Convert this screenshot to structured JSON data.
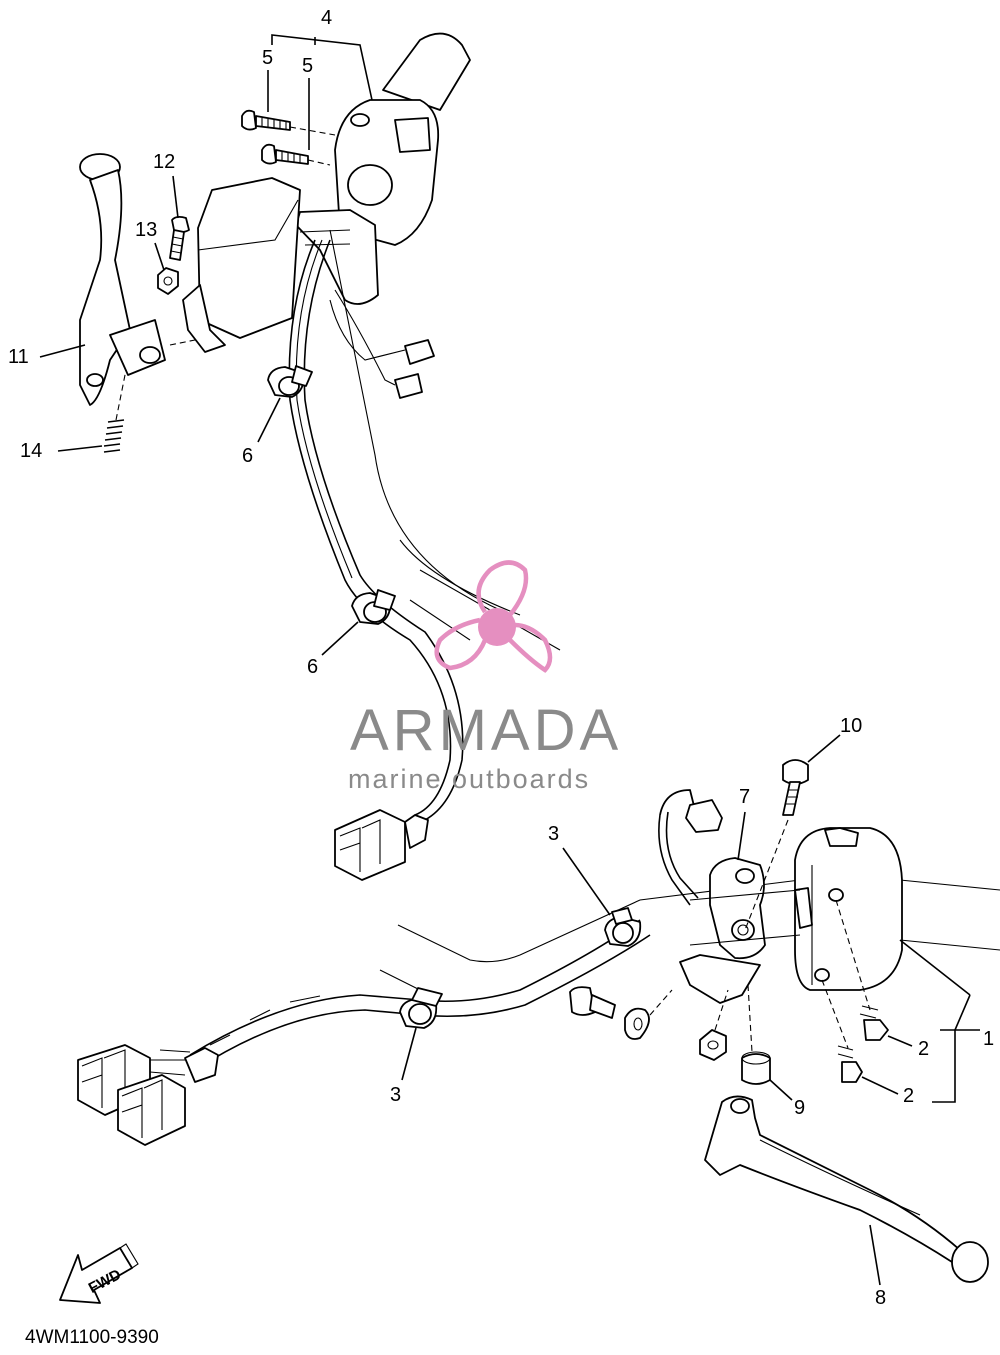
{
  "callouts": {
    "c1": "1",
    "c2a": "2",
    "c2b": "2",
    "c3a": "3",
    "c3b": "3",
    "c4": "4",
    "c5a": "5",
    "c5b": "5",
    "c6a": "6",
    "c6b": "6",
    "c7": "7",
    "c8": "8",
    "c9": "9",
    "c10": "10",
    "c11": "11",
    "c12": "12",
    "c13": "13",
    "c14": "14"
  },
  "watermark": {
    "title": "ARMADA",
    "subtitle": "marine outboards",
    "logo_color": "#e58fc0",
    "text_color": "#8a8a8a"
  },
  "direction_arrow": {
    "label": "FWD"
  },
  "diagram_code": "4WM1100-9390"
}
